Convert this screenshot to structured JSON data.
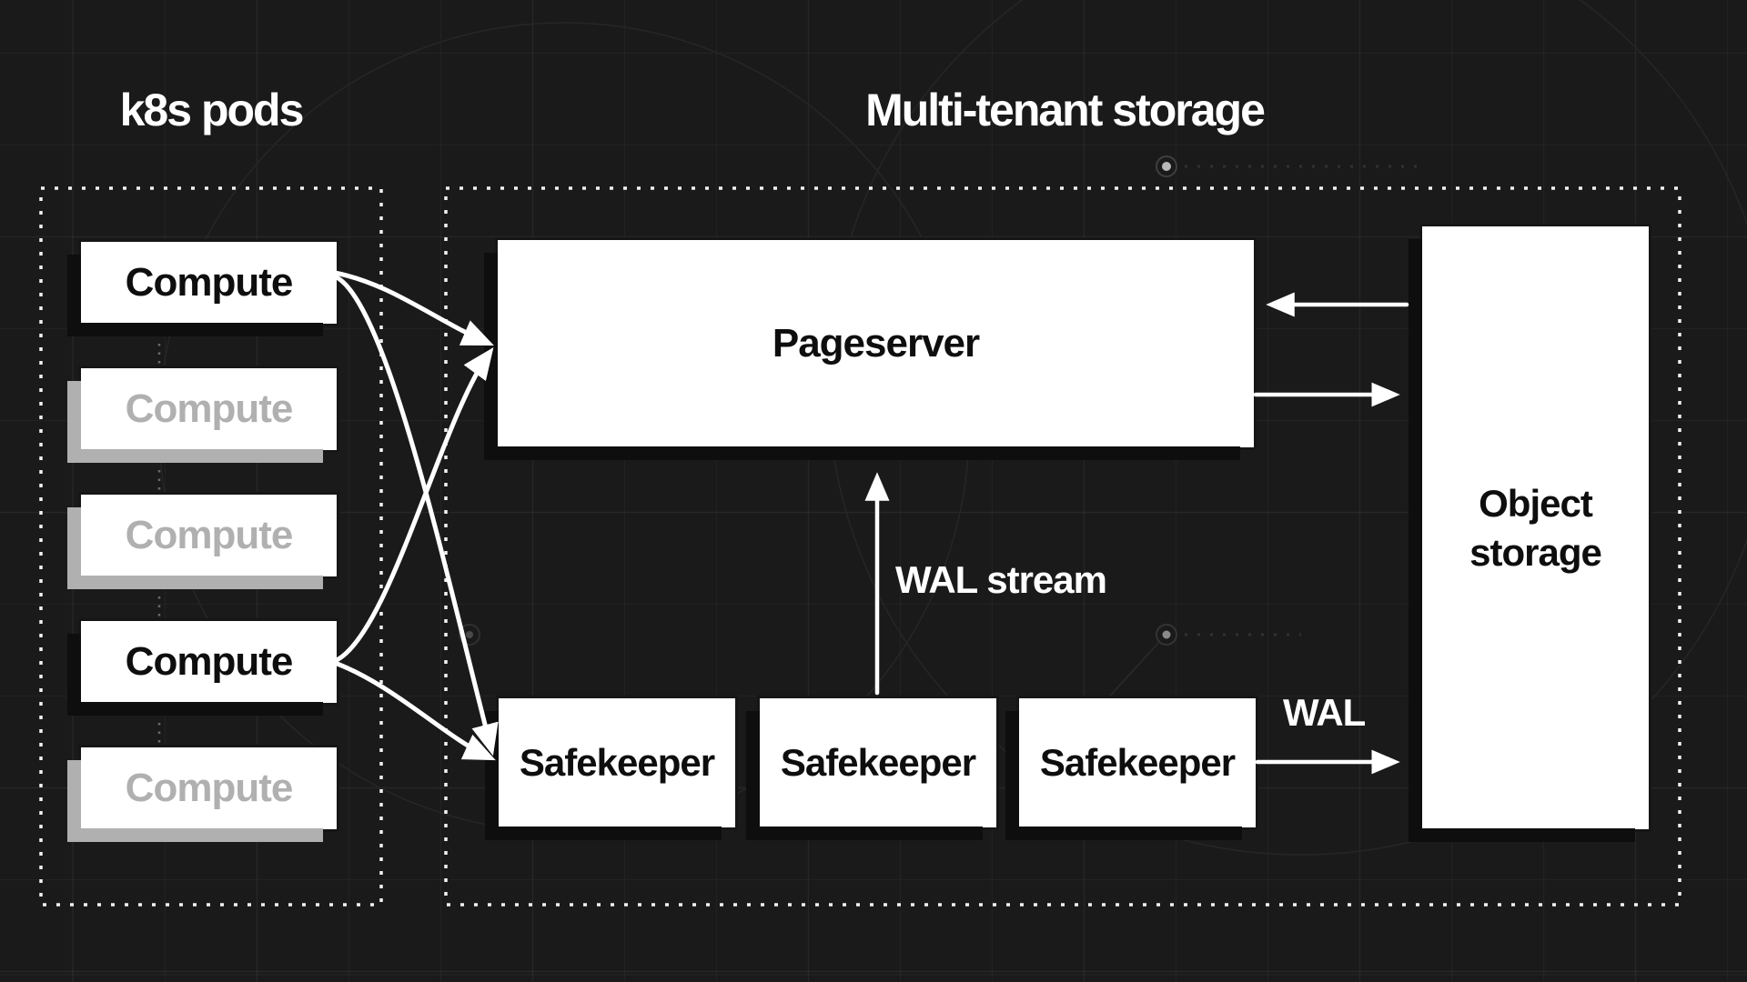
{
  "titles": {
    "k8s_pods": "k8s pods",
    "multi_tenant": "Multi-tenant storage"
  },
  "k8s_pods": {
    "computes": [
      {
        "label": "Compute",
        "state": "active"
      },
      {
        "label": "Compute",
        "state": "inactive"
      },
      {
        "label": "Compute",
        "state": "inactive"
      },
      {
        "label": "Compute",
        "state": "active"
      },
      {
        "label": "Compute",
        "state": "inactive"
      }
    ]
  },
  "multi_tenant": {
    "pageserver_label": "Pageserver",
    "safekeeper_labels": [
      "Safekeeper",
      "Safekeeper",
      "Safekeeper"
    ],
    "object_storage_label": "Object storage"
  },
  "arrow_labels": {
    "wal_stream": "WAL stream",
    "wal": "WAL"
  },
  "colors": {
    "background": "#1a1a1a",
    "card_background": "#ffffff",
    "compute_active_accent": "#00e599",
    "compute_inactive_accent": "#a9a9a9",
    "pageserver_accent": "#a79bf7",
    "safekeeper_accent": "#ebe36c",
    "object_storage_accent": "#f6a04e",
    "arrow_color": "#ffffff",
    "text_dark": "#0e0e0e",
    "text_inactive": "#b0b0b0",
    "text_light": "#ffffff"
  }
}
